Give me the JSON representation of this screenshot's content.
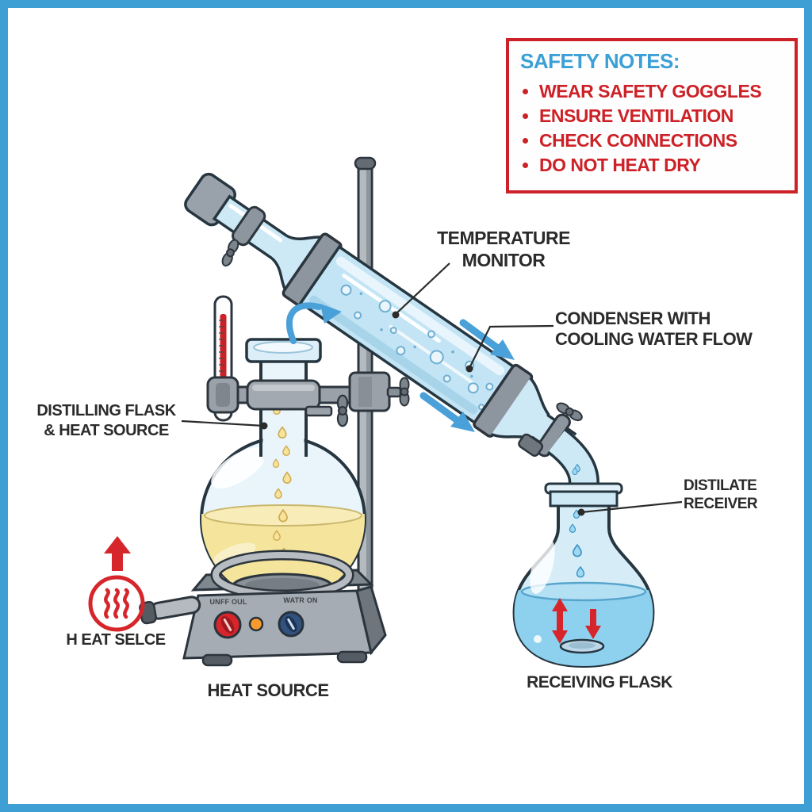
{
  "safety_notes": {
    "title": "SAFETY NOTES:",
    "items": [
      "WEAR SAFETY GOGGLES",
      "ENSURE VENTILATION",
      "CHECK CONNECTIONS",
      "DO NOT HEAT DRY"
    ]
  },
  "labels": {
    "temperature_monitor": "TEMPERATURE\nMONITOR",
    "condenser": "CONDENSER WITH\nCOOLING WATER FLOW",
    "distilling_flask": "DISTILLING FLASK\n& HEAT SOURCE",
    "distillate_receiver": "DISTILATE\nRECEIVER",
    "receiving_flask": "RECEIVING FLASK",
    "heat_source": "HEAT SOURCE",
    "heat_badge": "H EAT SELCE"
  },
  "hot_plate": {
    "left_knob_label": "UNFF OUL",
    "right_knob_label": "WATR ON"
  },
  "colors": {
    "frame_blue": "#3d9fd4",
    "safety_red": "#cc2127",
    "safety_blue": "#3aa0d6",
    "accent_blue": "#4aa0d8",
    "alert_red": "#d6262b",
    "label_text": "#2b2b2b",
    "glass_blue": "#cde9f6",
    "liquid_yellow": "#f5e49b",
    "liquid_blue": "#8ed1ef",
    "metal_gray": "#9aa1a9"
  }
}
